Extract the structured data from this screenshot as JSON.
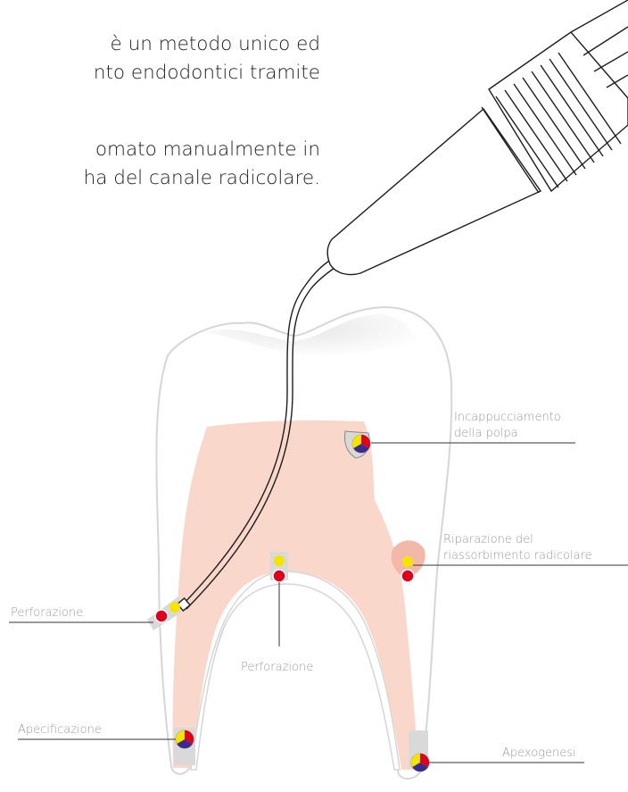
{
  "intro": {
    "line1": "è un metodo unico ed",
    "line2": "nto endodontici tramite",
    "line3": "omato manualmente in",
    "line4": "ha del canale radicolare."
  },
  "labels": {
    "incappucciamento_1": "Incappucciamento",
    "incappucciamento_2": "della polpa",
    "riparazione_1": "Riparazione del",
    "riparazione_2": "riassorbimento radicolare",
    "perforazione_left": "Perforazione",
    "perforazione_center": "Perforazione",
    "apecificazione": "Apecificazione",
    "apexogenesi": "Apexogenesi"
  },
  "colors": {
    "marker_red": "#e0001b",
    "marker_yellow": "#f5e400",
    "marker_blue": "#3c2b8c",
    "pulp": "#f9d7cb",
    "outline": "#d6d6d6",
    "label_text": "#9a9a9a",
    "leader_line": "#333333",
    "instrument_stroke": "#1d1d1d"
  },
  "icons": {
    "multi_marker": "tricolor-marker-icon",
    "red_yellow_marker": "red-yellow-marker-icon"
  }
}
